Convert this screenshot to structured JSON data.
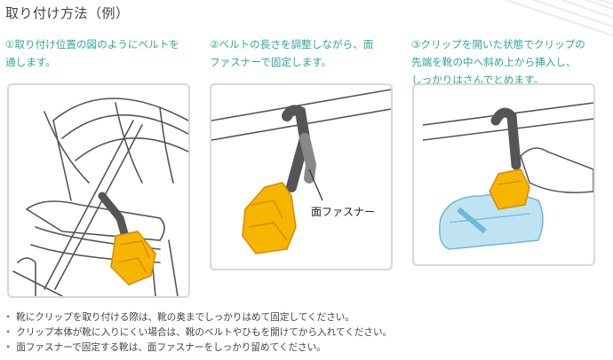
{
  "page": {
    "title": "取り付け方法（例）"
  },
  "steps": [
    {
      "line1": "①取り付け位置の図のようにベルトを",
      "line2": "通します。"
    },
    {
      "line1": "②ベルトの長さを調整しながら、面",
      "line2": "ファスナーで固定します。"
    },
    {
      "line1": "③クリップを開いた状態でクリップの",
      "line2": "先端を靴の中へ斜め上から挿入し、",
      "line3": "しっかりはさんでとめます。"
    }
  ],
  "illustration": {
    "callout_label": "面ファスナー"
  },
  "notes": [
    "靴にクリップを取り付ける際は、靴の奥までしっかりはめて固定してください。",
    "クリップ本体が靴に入りにくい場合は、靴のベルトやひもを開けてから入れてください。",
    "面ファスナーで固定する靴は、面ファスナーをしっかり留めてください。"
  ],
  "colors": {
    "step_text": "#2fa896",
    "clip": "#f7b500",
    "clip_outline": "#d98a00",
    "belt": "#555555",
    "shoe": "#bfe3f2",
    "shoe_outline": "#6fb8d8",
    "panel_border": "#d8d8d8"
  }
}
